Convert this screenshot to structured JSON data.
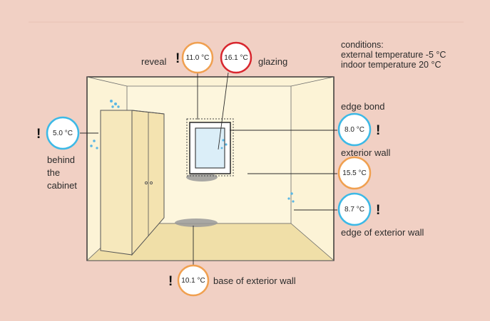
{
  "conditions": {
    "title": "conditions:",
    "line1": "external temperature -5 °C",
    "line2": "indoor temperature 20 °C"
  },
  "readings": {
    "reveal": {
      "label": "reveal",
      "value": "11.0 °C",
      "warning": "!",
      "ring_color": "#f0a050"
    },
    "glazing": {
      "label": "glazing",
      "value": "16.1 °C",
      "ring_color": "#d8262e"
    },
    "behind_cabinet": {
      "label_lines": [
        "behind",
        "the",
        "cabinet"
      ],
      "value": "5.0 °C",
      "warning": "!",
      "ring_color": "#3db9e6"
    },
    "edge_bond": {
      "label": "edge bond",
      "value": "8.0 °C",
      "warning": "!",
      "ring_color": "#3db9e6"
    },
    "exterior_wall": {
      "label": "exterior wall",
      "value": "15.5 °C",
      "ring_color": "#f0a050"
    },
    "edge_exterior_wall": {
      "label": "edge of exterior wall",
      "value": "8.7 °C",
      "warning": "!",
      "ring_color": "#3db9e6"
    },
    "base_exterior_wall": {
      "label": "base of exterior wall",
      "value": "10.1 °C",
      "warning": "!",
      "ring_color": "#f0a050"
    }
  },
  "colors": {
    "background": "#f1d0c4",
    "wall": "#fcf3d6",
    "floor": "#f0dfa8",
    "cabinet": "#f6e8bc",
    "outline": "#2a2a2a",
    "mould": "#9a9a9a",
    "droplet": "#5ab7e4"
  }
}
